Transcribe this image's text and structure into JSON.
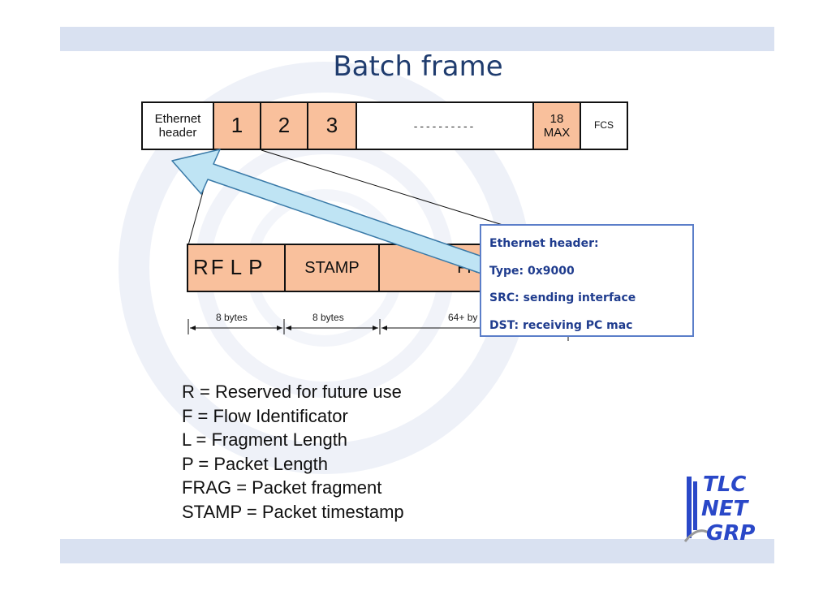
{
  "title": "Batch frame",
  "top_frame": {
    "ethernet_header": "Ethernet\nheader",
    "cells": [
      "1",
      "2",
      "3"
    ],
    "dashes": "----------",
    "max_cell": "18\nMAX",
    "fcs": "FCS"
  },
  "fragment": {
    "r": "R",
    "f": "F",
    "l": "L",
    "p": "P",
    "stamp": "STAMP",
    "frag": "FRAG"
  },
  "measures": {
    "first": "8 bytes",
    "second": "8 bytes",
    "third": "64+ by"
  },
  "callout": {
    "line1": "Ethernet header:",
    "line2": "Type: 0x9000",
    "line3": "SRC: sending interface",
    "line4": "DST: receiving PC mac"
  },
  "legend": [
    "R = Reserved for future use",
    "F = Flow Identificator",
    "L = Fragment Length",
    "P = Packet Length",
    "FRAG = Packet fragment",
    "STAMP = Packet timestamp"
  ],
  "logo": {
    "line1": "TLC",
    "line2": "NET",
    "line3": "GRP"
  },
  "colors": {
    "cell_fill": "#f9c09c",
    "title": "#1f3c6e",
    "callout_text": "#1f3c8e",
    "arrow_fill": "#bfe4f4",
    "band": "#d9e1f1"
  }
}
